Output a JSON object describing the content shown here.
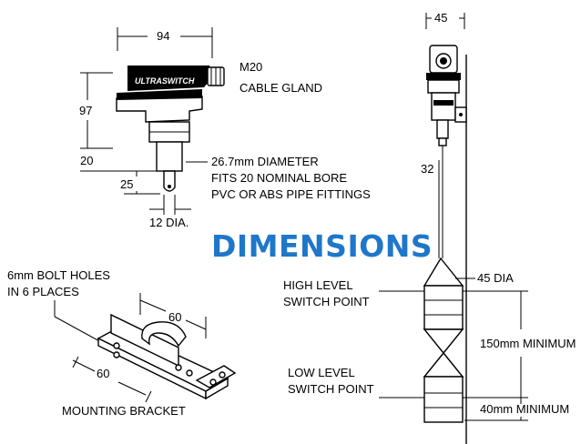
{
  "title": "DIMENSIONS",
  "brand": "ULTRASWITCH",
  "switch_head": {
    "width_dim": "94",
    "height_dim": "97",
    "lower_dim": "20",
    "stem_dim": "25",
    "tip_dia": "12 DIA.",
    "gland_line1": "M20",
    "gland_line2": "CABLE GLAND",
    "diam_line1": "26.7mm DIAMETER",
    "diam_line2": "FITS 20 NOMINAL BORE",
    "diam_line3": "PVC OR ABS  PIPE FITTINGS"
  },
  "bracket": {
    "holes_line1": "6mm BOLT HOLES",
    "holes_line2": "IN 6 PLACES",
    "dim_a": "60",
    "dim_b": "60",
    "caption": "MOUNTING BRACKET"
  },
  "float_switch": {
    "width_dim": "45",
    "cable_dim": "32",
    "float_dia": "45 DIA",
    "high_line1": "HIGH LEVEL",
    "high_line2": "SWITCH POINT",
    "low_line1": "LOW LEVEL",
    "low_line2": "SWITCH POINT",
    "min1": "150mm MINIMUM",
    "min2": "40mm MINIMUM"
  },
  "colors": {
    "title": "#1f77c9",
    "ink": "#000000"
  }
}
